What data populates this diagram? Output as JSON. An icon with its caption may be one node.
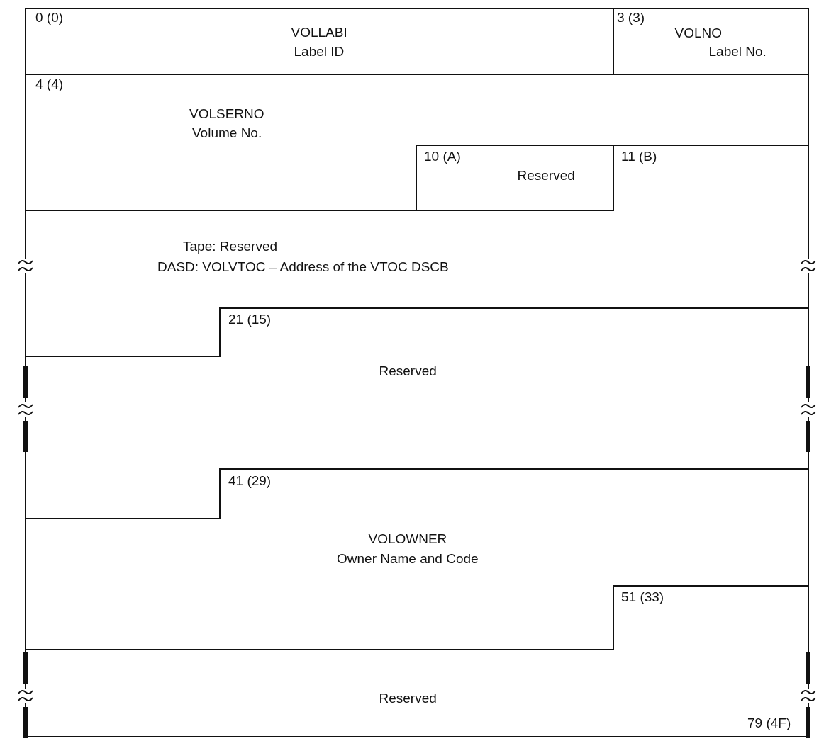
{
  "diagram": {
    "nodes": [
      {
        "text": [
          "0 (0)",
          "VOLLABI",
          "Label ID"
        ]
      },
      {
        "text": [
          "3 (3)",
          "VOLNO",
          "Label No."
        ]
      },
      {
        "text": [
          "4 (4)",
          "VOLSERNO",
          "Volume No."
        ]
      },
      {
        "text": [
          "10 (A)",
          "Reserved"
        ]
      },
      {
        "text": [
          "11 (B)",
          "Tape: Reserved",
          "DASD: VOLVTOC – Address of the VTOC DSCB"
        ]
      },
      {
        "text": [
          "21 (15)",
          "Reserved"
        ]
      },
      {
        "text": [
          "41 (29)",
          "VOLOWNER",
          "Owner Name and Code"
        ]
      },
      {
        "text": [
          "51 (33)",
          "Reserved",
          "79 (4F)"
        ]
      }
    ]
  }
}
